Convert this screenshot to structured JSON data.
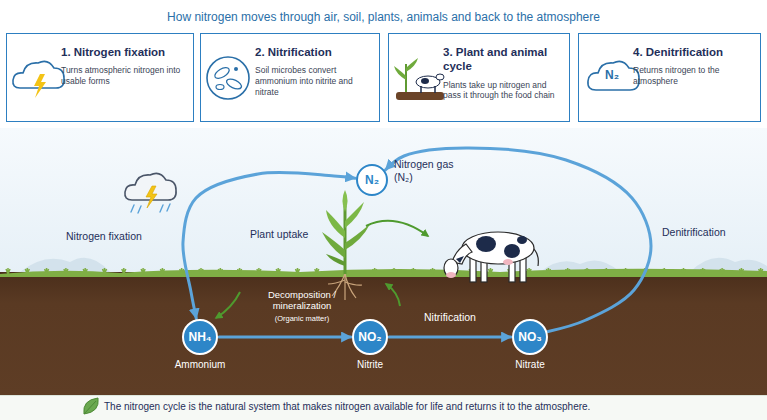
{
  "diagram": {
    "title": "How nitrogen moves through air, soil, plants, animals and back to the atmosphere",
    "caption": "The nitrogen cycle is the natural system that makes nitrogen available for life and returns it to the atmosphere.",
    "nodes": [
      {
        "text": [
          "1. Nitrogen fixation",
          "Turns atmospheric nitrogen into usable forms"
        ]
      },
      {
        "text": [
          "2. Nitrification",
          "Soil microbes convert ammonium into nitrite and nitrate"
        ]
      },
      {
        "text": [
          "3. Plant and animal cycle",
          "Plants take up nitrogen and pass it through the food chain"
        ]
      },
      {
        "text": [
          "4. Denitrification",
          "Returns nitrogen to the atmosphere"
        ]
      },
      {
        "text": [
          "N₂",
          "Nitrogen gas (N₂)"
        ]
      },
      {
        "text": [
          "NH₄",
          "Ammonium"
        ]
      },
      {
        "text": [
          "NO₂",
          "Nitrite"
        ]
      },
      {
        "text": [
          "NO₃",
          "Nitrate"
        ]
      }
    ],
    "edges": [
      {
        "from": 5,
        "to": 6,
        "arrow": "to"
      },
      {
        "from": 6,
        "to": 7,
        "label": "Nitrification",
        "arrow": "to"
      },
      {
        "from": 7,
        "to": 4,
        "arrow": "to"
      },
      {
        "from": 5,
        "to": 4,
        "arrow": "both"
      }
    ],
    "labels": [
      "N₂",
      "Nitrogen fixation",
      "Plant uptake",
      "Decomposition / mineralization",
      "(Organic matter)",
      "Denitrification"
    ]
  }
}
